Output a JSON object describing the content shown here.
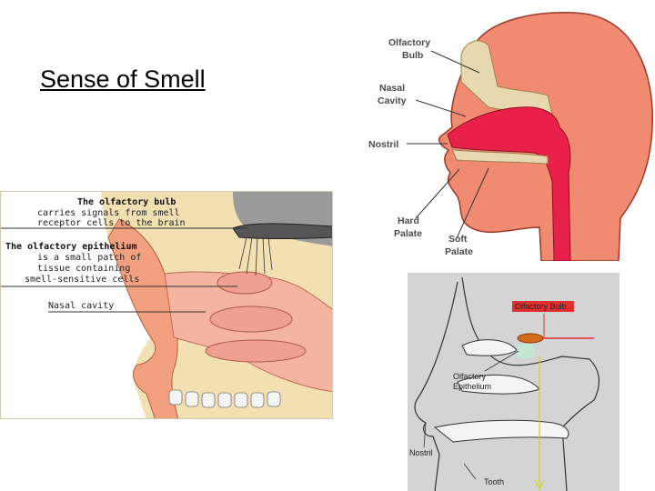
{
  "slide": {
    "title": "Sense of Smell"
  },
  "head_diagram": {
    "labels": {
      "olfactory_bulb_1": "Olfactory",
      "olfactory_bulb_2": "Bulb",
      "nasal_cavity_1": "Nasal",
      "nasal_cavity_2": "Cavity",
      "nostril": "Nostril",
      "hard_palate_1": "Hard",
      "hard_palate_2": "Palate",
      "soft_palate_1": "Soft",
      "soft_palate_2": "Palate"
    },
    "colors": {
      "skin": "#f08a70",
      "cavity": "#e8204a",
      "bone": "#e8d8b0"
    }
  },
  "cross_section": {
    "bulb_heading": "The olfactory bulb",
    "bulb_desc_1": "carries signals from smell",
    "bulb_desc_2": "receptor cells to the brain",
    "epithelium_heading": "The olfactory epithelium",
    "epithelium_desc_1": "is a small patch of",
    "epithelium_desc_2": "tissue containing",
    "epithelium_desc_3": "smell-sensitive cells",
    "nasal_cavity": "Nasal cavity"
  },
  "line_diagram": {
    "olfactory_bulb": "Olfactory Bulb",
    "olfactory_epithelium_1": "Olfactory",
    "olfactory_epithelium_2": "Epithelium",
    "nostril": "Nostril",
    "tooth": "Tooth",
    "colors": {
      "bulb_box": "#e23030",
      "arrow": "#cfcf30"
    }
  }
}
